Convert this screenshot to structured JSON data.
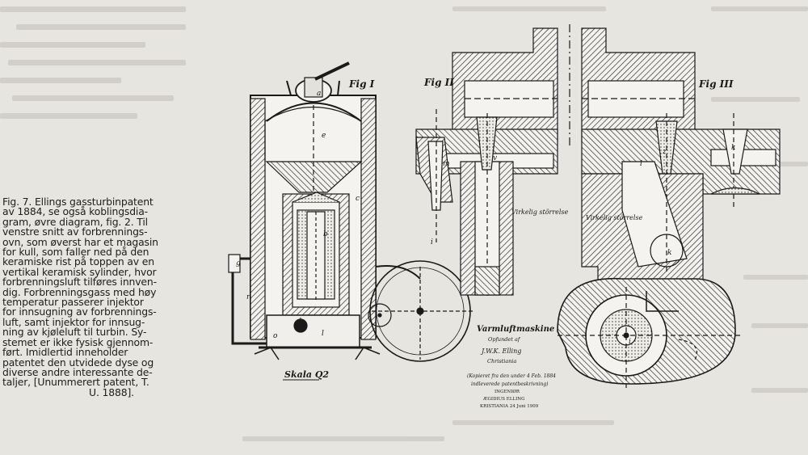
{
  "caption": {
    "lines": [
      "Fig. 7. Ellings gassturbinpatent",
      "av 1884, se også koblingsdia-",
      "gram, øvre diagram, fig. 2. Til",
      "venstre snitt av forbrennings-",
      "ovn, som øverst har et magasin",
      "for kull, som faller ned på den",
      "keramiske rist på toppen av en",
      "vertikal keramisk sylinder, hvor",
      "forbrenningsluft tilføres innven-",
      "dig. Forbrenningsgass med høy",
      "temperatur   passerer   injektor",
      "for innsugning av forbrennings-",
      "luft, samt injektor for innsug-",
      "ning av kjøleluft til turbin. Sy-",
      "stemet er ikke fysisk gjennom-",
      "ført. Imidlertid inneholder",
      "patentet den utvidede dyse og",
      "diverse andre interessante de-",
      "taljer, [Unummerert patent, T.",
      "U. 1888]."
    ]
  },
  "drawing": {
    "fig1_label": "Fig I",
    "fig2_label": "Fig II",
    "fig3_label": "Fig III",
    "scale_label": "Skala Q2",
    "section_label_left": "Virkelig störrelse",
    "section_label_right": "Virkelig störrelse",
    "letters": {
      "a": "a",
      "b": "b",
      "c": "c",
      "e": "e",
      "g": "g",
      "h": "h",
      "i": "i",
      "k": "k",
      "l": "l",
      "m": "m",
      "o": "o",
      "r": "r",
      "v": "v",
      "z": "z",
      "l2": "l",
      "k2": "k",
      "i2": "i"
    },
    "title_block": {
      "title": "Varmluftmaskine",
      "line2": "Opfundet af",
      "line3": "J.W.K. Elling",
      "line4": "Christiania",
      "note1": "(Kopieret fra den under 4 Feb. 1884",
      "note2": "indleverede patentbeskrivning)",
      "engineer_title": "INGENIØR",
      "engineer_name": "ÆGIDIUS ELLING",
      "place_date": "KRISTIANIA 24 Juni 1909"
    }
  }
}
